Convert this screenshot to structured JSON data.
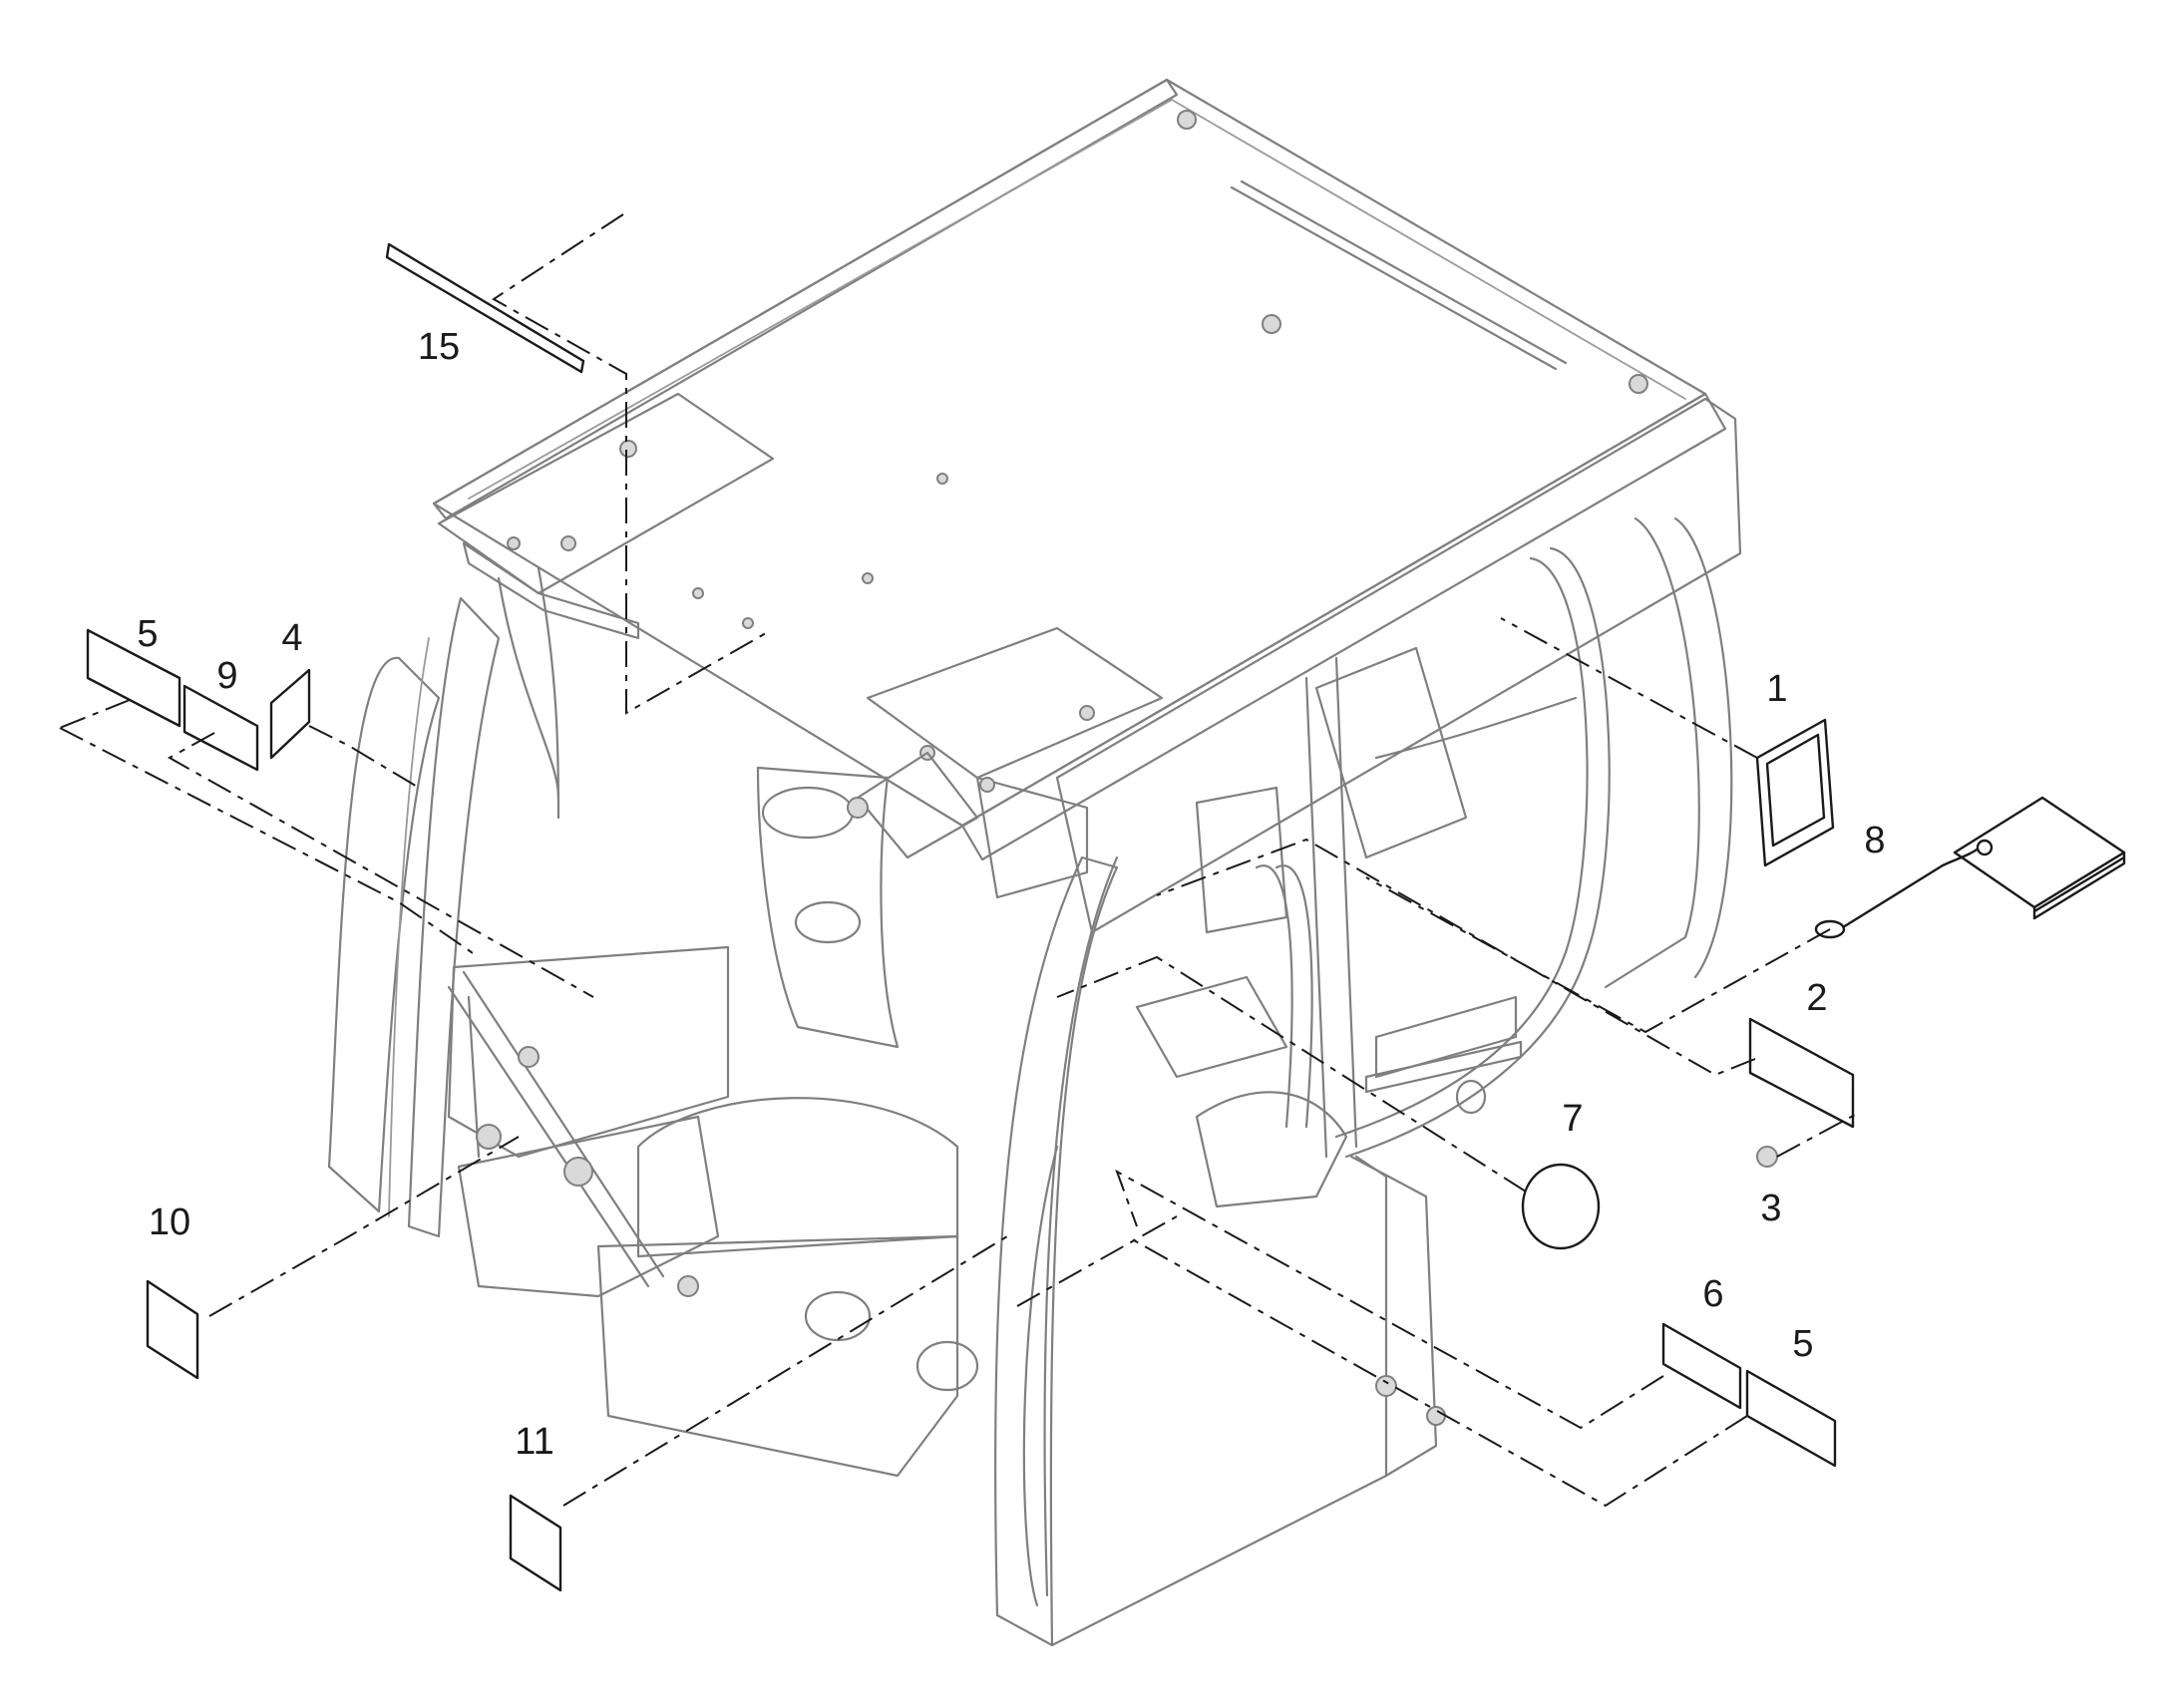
{
  "callouts": [
    {
      "id": "c15",
      "label": "15"
    },
    {
      "id": "c5a",
      "label": "5"
    },
    {
      "id": "c9",
      "label": "9"
    },
    {
      "id": "c4",
      "label": "4"
    },
    {
      "id": "c1",
      "label": "1"
    },
    {
      "id": "c8",
      "label": "8"
    },
    {
      "id": "c2",
      "label": "2"
    },
    {
      "id": "c3",
      "label": "3"
    },
    {
      "id": "c7",
      "label": "7"
    },
    {
      "id": "c10",
      "label": "10"
    },
    {
      "id": "c6",
      "label": "6"
    },
    {
      "id": "c5b",
      "label": "5"
    },
    {
      "id": "c11",
      "label": "11"
    }
  ],
  "colors": {
    "cab_outline": "#7f7f7f",
    "parts_outline": "#1a1a1a",
    "background": "#ffffff"
  }
}
